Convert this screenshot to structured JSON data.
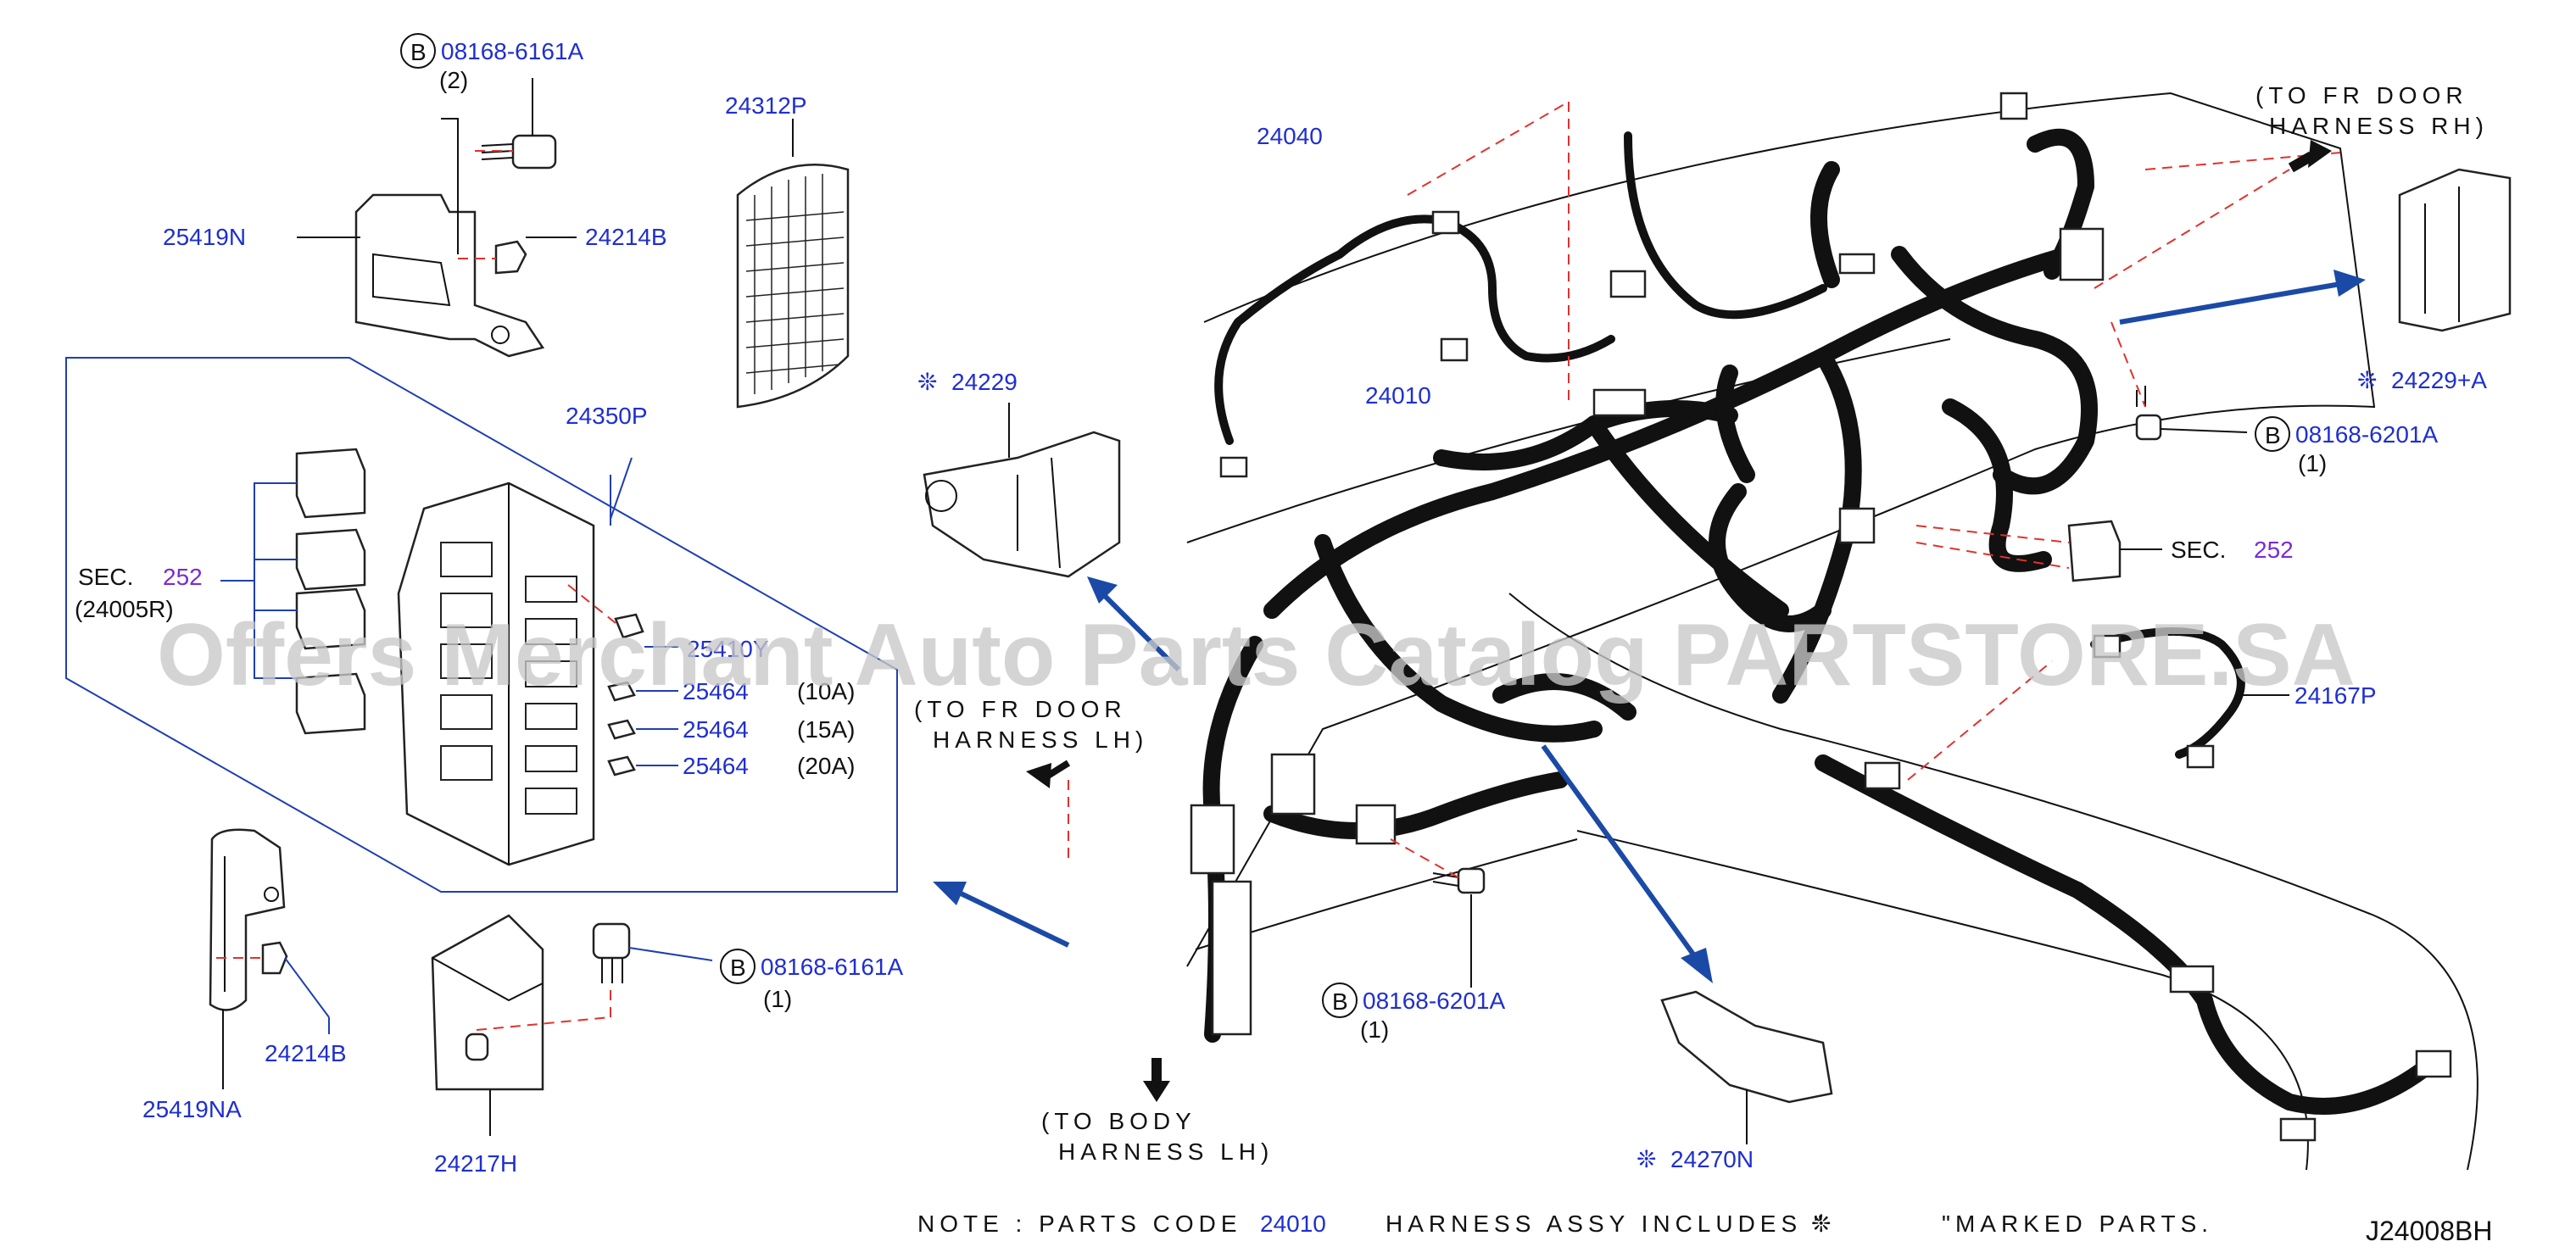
{
  "diagram_code": "J24008BH",
  "watermark": "Offers Merchant Auto Parts Catalog PARTSTORE.SA",
  "symbols": {
    "asterisk": "❊",
    "b_circle": "B"
  },
  "labels": {
    "p08168_6161a_top": "08168-6161A",
    "qty_2": "(2)",
    "p25419n": "25419N",
    "p24214b_top": "24214B",
    "p24312p": "24312P",
    "p24350p": "24350P",
    "sec_text": "SEC.",
    "sec_252": "252",
    "p24005r": "(24005R)",
    "p25410y": "25410Y",
    "p25464_a": "25464",
    "p25464_b": "25464",
    "p25464_c": "25464",
    "amp_10": "(10A)",
    "amp_15": "(15A)",
    "amp_20": "(20A)",
    "p25419na": "25419NA",
    "p24214b_bot": "24214B",
    "p08168_6161a_bot": "08168-6161A",
    "qty_1_a": "(1)",
    "p24217h": "24217H",
    "p24229": "24229",
    "to_fr_door_lh_1": "(TO FR DOOR",
    "to_fr_door_lh_2": "HARNESS LH)",
    "to_body_1": "(TO BODY",
    "to_body_2": "HARNESS LH)",
    "p24040": "24040",
    "p24010": "24010",
    "p08168_6201a_mid": "08168-6201A",
    "qty_1_b": "(1)",
    "p24270n": "24270N",
    "to_fr_door_rh_1": "(TO FR DOOR",
    "to_fr_door_rh_2": "HARNESS RH)",
    "p24229a": "24229+A",
    "p08168_6201a_right": "08168-6201A",
    "qty_1_c": "(1)",
    "sec_text_right": "SEC.",
    "sec_252_right": "252",
    "p24167p": "24167P"
  },
  "note": {
    "prefix": "NOTE : PARTS CODE",
    "code": "24010",
    "middle": "HARNESS ASSY INCLUDES \"",
    "suffix": "\"MARKED PARTS."
  }
}
